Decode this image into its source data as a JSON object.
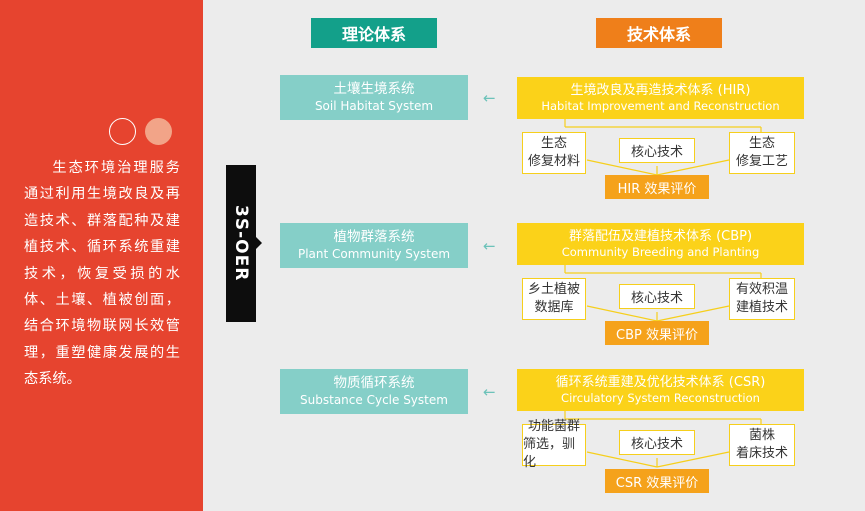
{
  "description": "生态环境治理服务通过利用生境改良及再造技术、群落配种及建植技术、循环系统重建技术，恢复受损的水体、土壤、植被创面，结合环境物联网长效管理，重塑健康发展的生态系统。",
  "side_tab": "3S-OER",
  "headers": {
    "theory": "理论体系",
    "technology": "技术体系"
  },
  "arrow_glyph": "←",
  "rows": [
    {
      "system_cn": "土壤生境系统",
      "system_en": "Soil Habitat System",
      "tech_cn": "生境改良及再造技术体系 (HIR)",
      "tech_en": "Habitat Improvement and Reconstruction",
      "left_l1": "生态",
      "left_l2": "修复材料",
      "core": "核心技术",
      "right_l1": "生态",
      "right_l2": "修复工艺",
      "evaluation": "HIR 效果评价"
    },
    {
      "system_cn": "植物群落系统",
      "system_en": "Plant Community System",
      "tech_cn": "群落配伍及建植技术体系 (CBP)",
      "tech_en": "Community Breeding and Planting",
      "left_l1": "乡土植被",
      "left_l2": "数据库",
      "core": "核心技术",
      "right_l1": "有效积温",
      "right_l2": "建植技术",
      "evaluation": "CBP 效果评价"
    },
    {
      "system_cn": "物质循环系统",
      "system_en": "Substance Cycle System",
      "tech_cn": "循环系统重建及优化技术体系 (CSR)",
      "tech_en": "Circulatory System Reconstruction",
      "left_l1": "功能菌群",
      "left_l2": "筛选，驯化",
      "core": "核心技术",
      "right_l1": "菌株",
      "right_l2": "着床技术",
      "evaluation": "CSR 效果评价"
    }
  ],
  "colors": {
    "left_panel": "#e6442f",
    "theory_header": "#13a08a",
    "tech_header": "#ef7f1a",
    "system_box": "#85cfc8",
    "tech_box": "#fbd219",
    "evaluation": "#f5a21b",
    "arrow": "#6cc2b9"
  }
}
